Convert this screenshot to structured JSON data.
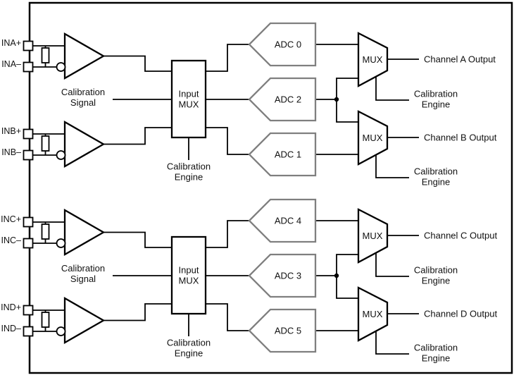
{
  "diagram_type": "block-diagram",
  "colors": {
    "wire": "#000000",
    "adc_outline": "#7f7f7f",
    "background": "#ffffff"
  },
  "groups": [
    {
      "amp_top": {
        "pin_p": "INA+",
        "pin_n": "INA–"
      },
      "amp_bottom": {
        "pin_p": "INB+",
        "pin_n": "INB–"
      },
      "calibration_signal": {
        "line1": "Calibration",
        "line2": "Signal"
      },
      "input_mux": {
        "line1": "Input",
        "line2": "MUX"
      },
      "input_mux_cal": {
        "line1": "Calibration",
        "line2": "Engine"
      },
      "adc_top": "ADC 0",
      "adc_mid": "ADC 2",
      "adc_bottom": "ADC 1",
      "mux_top": {
        "label": "MUX",
        "output": "Channel A Output",
        "cal_line1": "Calibration",
        "cal_line2": "Engine"
      },
      "mux_bottom": {
        "label": "MUX",
        "output": "Channel B Output",
        "cal_line1": "Calibration",
        "cal_line2": "Engine"
      }
    },
    {
      "amp_top": {
        "pin_p": "INC+",
        "pin_n": "INC–"
      },
      "amp_bottom": {
        "pin_p": "IND+",
        "pin_n": "IND–"
      },
      "calibration_signal": {
        "line1": "Calibration",
        "line2": "Signal"
      },
      "input_mux": {
        "line1": "Input",
        "line2": "MUX"
      },
      "input_mux_cal": {
        "line1": "Calibration",
        "line2": "Engine"
      },
      "adc_top": "ADC 4",
      "adc_mid": "ADC 3",
      "adc_bottom": "ADC 5",
      "mux_top": {
        "label": "MUX",
        "output": "Channel C Output",
        "cal_line1": "Calibration",
        "cal_line2": "Engine"
      },
      "mux_bottom": {
        "label": "MUX",
        "output": "Channel D Output",
        "cal_line1": "Calibration",
        "cal_line2": "Engine"
      }
    }
  ]
}
